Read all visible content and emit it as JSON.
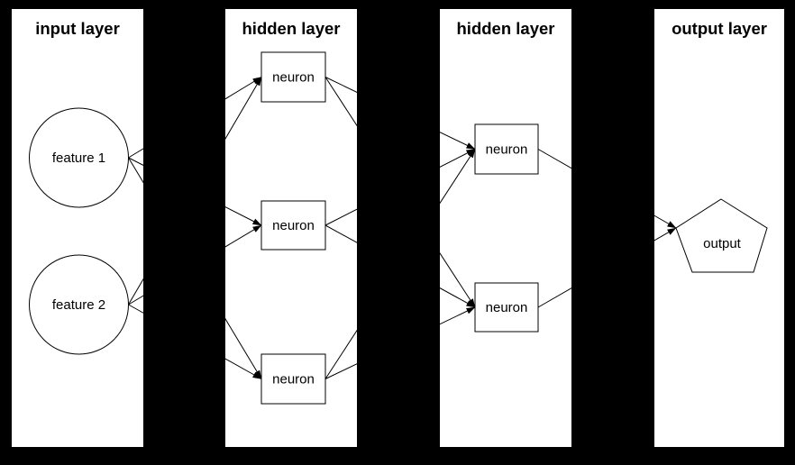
{
  "diagram": {
    "background_color": "#000000",
    "panel_color": "#ffffff",
    "stroke_color": "#000000",
    "layers": [
      {
        "id": "input",
        "title": "input layer",
        "nodes": [
          {
            "id": "f1",
            "label": "feature 1",
            "shape": "circle"
          },
          {
            "id": "f2",
            "label": "feature 2",
            "shape": "circle"
          }
        ]
      },
      {
        "id": "hidden1",
        "title": "hidden layer",
        "nodes": [
          {
            "id": "h1n1",
            "label": "neuron",
            "shape": "rect"
          },
          {
            "id": "h1n2",
            "label": "neuron",
            "shape": "rect"
          },
          {
            "id": "h1n3",
            "label": "neuron",
            "shape": "rect"
          }
        ]
      },
      {
        "id": "hidden2",
        "title": "hidden layer",
        "nodes": [
          {
            "id": "h2n1",
            "label": "neuron",
            "shape": "rect"
          },
          {
            "id": "h2n2",
            "label": "neuron",
            "shape": "rect"
          }
        ]
      },
      {
        "id": "output",
        "title": "output layer",
        "nodes": [
          {
            "id": "out",
            "label": "output",
            "shape": "pentagon"
          }
        ]
      }
    ],
    "edges": [
      {
        "from": "f1",
        "to": "h1n1"
      },
      {
        "from": "f1",
        "to": "h1n2"
      },
      {
        "from": "f1",
        "to": "h1n3"
      },
      {
        "from": "f2",
        "to": "h1n1"
      },
      {
        "from": "f2",
        "to": "h1n2"
      },
      {
        "from": "f2",
        "to": "h1n3"
      },
      {
        "from": "h1n1",
        "to": "h2n1"
      },
      {
        "from": "h1n1",
        "to": "h2n2"
      },
      {
        "from": "h1n2",
        "to": "h2n1"
      },
      {
        "from": "h1n2",
        "to": "h2n2"
      },
      {
        "from": "h1n3",
        "to": "h2n1"
      },
      {
        "from": "h1n3",
        "to": "h2n2"
      },
      {
        "from": "h2n1",
        "to": "out"
      },
      {
        "from": "h2n2",
        "to": "out"
      }
    ]
  }
}
